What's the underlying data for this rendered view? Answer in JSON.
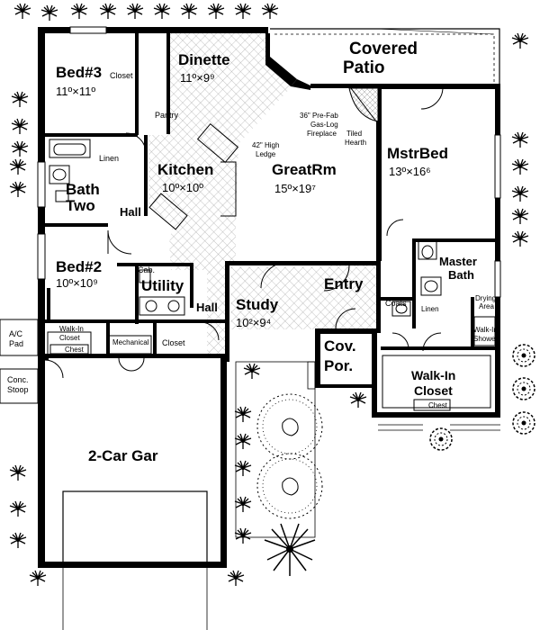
{
  "rooms": {
    "bed3": {
      "name": "Bed#3",
      "size": "11º×11º"
    },
    "dinette": {
      "name": "Dinette",
      "size": "11º×9⁹"
    },
    "kitchen": {
      "name": "Kitchen",
      "size": "10º×10º"
    },
    "greatrm": {
      "name": "GreatRm",
      "size": "15º×19⁷"
    },
    "mstrbed": {
      "name": "MstrBed",
      "size": "13º×16⁶"
    },
    "bed2": {
      "name": "Bed#2",
      "size": "10º×10⁹"
    },
    "study": {
      "name": "Study",
      "size": "10²×9⁴"
    },
    "garage": {
      "name": "2-Car Gar"
    },
    "bath_two": {
      "line1": "Bath",
      "line2": "Two"
    },
    "master_bath": {
      "line1": "Master",
      "line2": "Bath"
    },
    "walkin_closet": {
      "line1": "Walk-In",
      "line2": "Closet"
    },
    "covered_patio": {
      "line1": "Covered",
      "line2": "Patio"
    },
    "cov_por": {
      "line1": "Cov.",
      "line2": "Por."
    },
    "utility": "Utility",
    "entry": "Entry",
    "hall_upper": "Hall",
    "hall_lower": "Hall"
  },
  "labels": {
    "closet_bed3": "Closet",
    "pantry": "Pantry",
    "linen_upper": "Linen",
    "linen_lower": "Linen",
    "cab": "Cab.",
    "walkin_closet_small_1": "Walk-In",
    "walkin_closet_small_2": "Closet",
    "chest_left": "Chest",
    "chest_right": "Chest",
    "mechanical": "Mechanical",
    "closet_hall": "Closet",
    "coats": "Coats",
    "drying_area_1": "Drying",
    "drying_area_2": "Area",
    "walkin_shower_1": "Walk-In",
    "walkin_shower_2": "Shower",
    "ac_pad_1": "A/C",
    "ac_pad_2": "Pad",
    "conc_stoop_1": "Conc.",
    "conc_stoop_2": "Stoop",
    "high_ledge_1": "42\" High",
    "high_ledge_2": "Ledge",
    "fireplace_1": "36\" Pre-Fab",
    "fireplace_2": "Gas-Log",
    "fireplace_3": "Fireplace",
    "tiled_hearth_1": "Tiled",
    "tiled_hearth_2": "Hearth"
  },
  "colors": {
    "wall": "#000000",
    "tile_hatch": "#9a9a9a",
    "background": "#ffffff",
    "foliage": "#000000"
  }
}
